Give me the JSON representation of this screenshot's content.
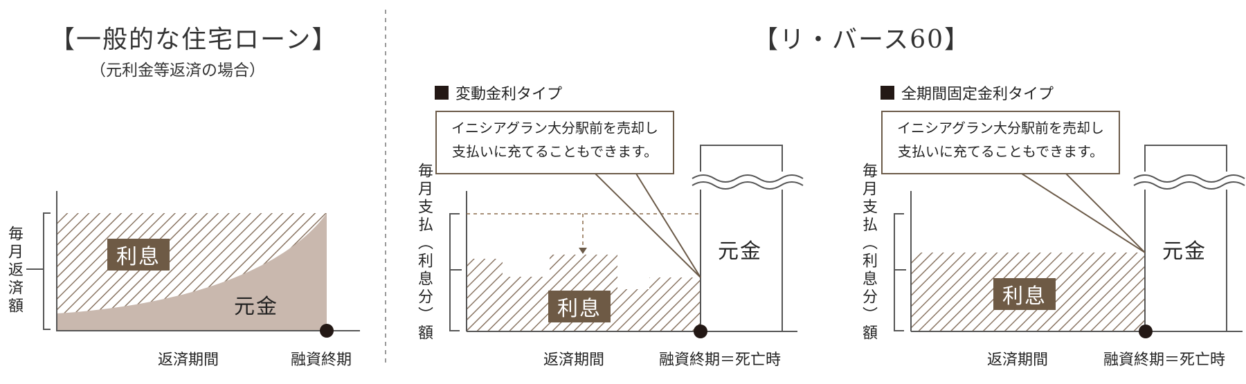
{
  "left_panel": {
    "title": "【一般的な住宅ローン】",
    "subtitle": "（元利金等返済の場合）",
    "y_label": "毎月返済額",
    "interest_label": "利息",
    "principal_label": "元金",
    "x_label": "返済期間",
    "end_label": "融資終期"
  },
  "right_title": "【リ・バース60】",
  "variable_panel": {
    "type_label": "変動金利タイプ",
    "callout_line1": "イニシアグラン大分駅前を売却し",
    "callout_line2": "支払いに充てることもできます。",
    "y_label": "毎月支払（利息分）額",
    "interest_label": "利息",
    "principal_label": "元金",
    "x_label": "返済期間",
    "end_label": "融資終期＝死亡時"
  },
  "fixed_panel": {
    "type_label": "全期間固定金利タイプ",
    "callout_line1": "イニシアグラン大分駅前を売却し",
    "callout_line2": "支払いに充てることもできます。",
    "y_label": "毎月支払（利息分）額",
    "interest_label": "利息",
    "principal_label": "元金",
    "x_label": "返済期間",
    "end_label": "融資終期＝死亡時"
  },
  "colors": {
    "principal_fill": "#c9b8ae",
    "hatch_line": "#8a7563",
    "badge": "#6e5a45",
    "outline": "#6b5a48",
    "dark": "#231815"
  }
}
